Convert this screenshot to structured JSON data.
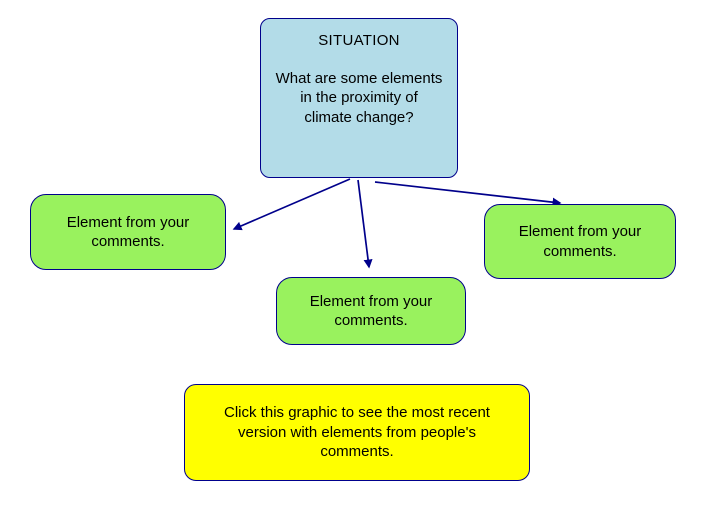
{
  "colors": {
    "situation_fill": "#b3dce8",
    "element_fill": "#99f25e",
    "note_fill": "#ffff00",
    "border": "#00008b",
    "arrow": "#00008b",
    "text": "#000000",
    "bg": "#ffffff"
  },
  "diagram": {
    "situation": {
      "title": "SITUATION",
      "question": "What are some elements in the proximity of climate change?"
    },
    "elements": [
      {
        "label": "Element from your comments."
      },
      {
        "label": "Element from your comments."
      },
      {
        "label": "Element from your comments."
      }
    ],
    "note": "Click this graphic to see the most recent version with elements from people's comments."
  }
}
